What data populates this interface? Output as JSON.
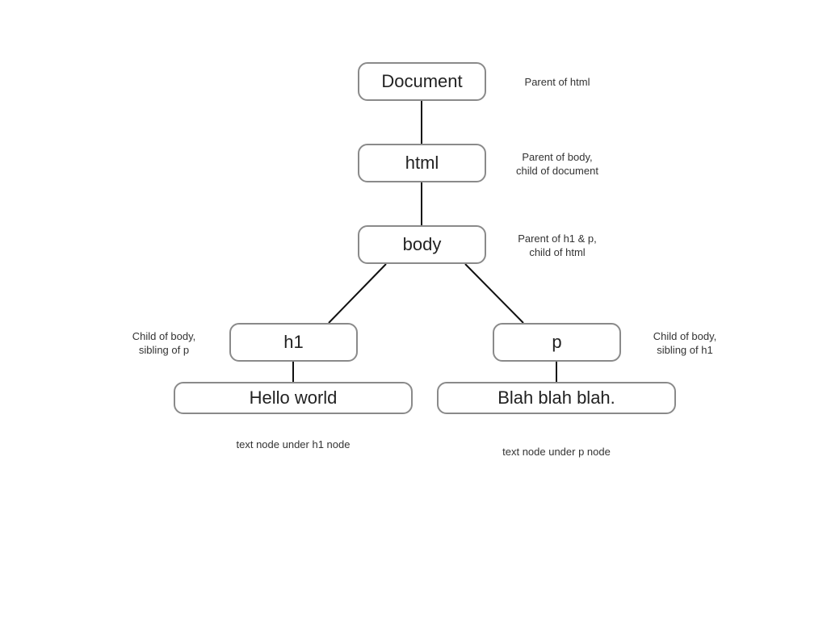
{
  "nodes": {
    "document": "Document",
    "html": "html",
    "body": "body",
    "h1": "h1",
    "p": "p",
    "hello_text": "Hello world",
    "blah_text": "Blah blah blah."
  },
  "notes": {
    "document": [
      "Parent of html"
    ],
    "html": [
      "Parent of body,",
      "child of document"
    ],
    "body": [
      "Parent of h1 & p,",
      "child of html"
    ],
    "h1": [
      "Child of body,",
      "sibling of p"
    ],
    "p": [
      "Child of body,",
      "sibling of h1"
    ],
    "hello_text": [
      "text node under h1 node"
    ],
    "blah_text": [
      "text node under p node"
    ]
  },
  "colors": {
    "node_border": "#8a8a8a",
    "edge": "#111111",
    "text": "#222222"
  }
}
